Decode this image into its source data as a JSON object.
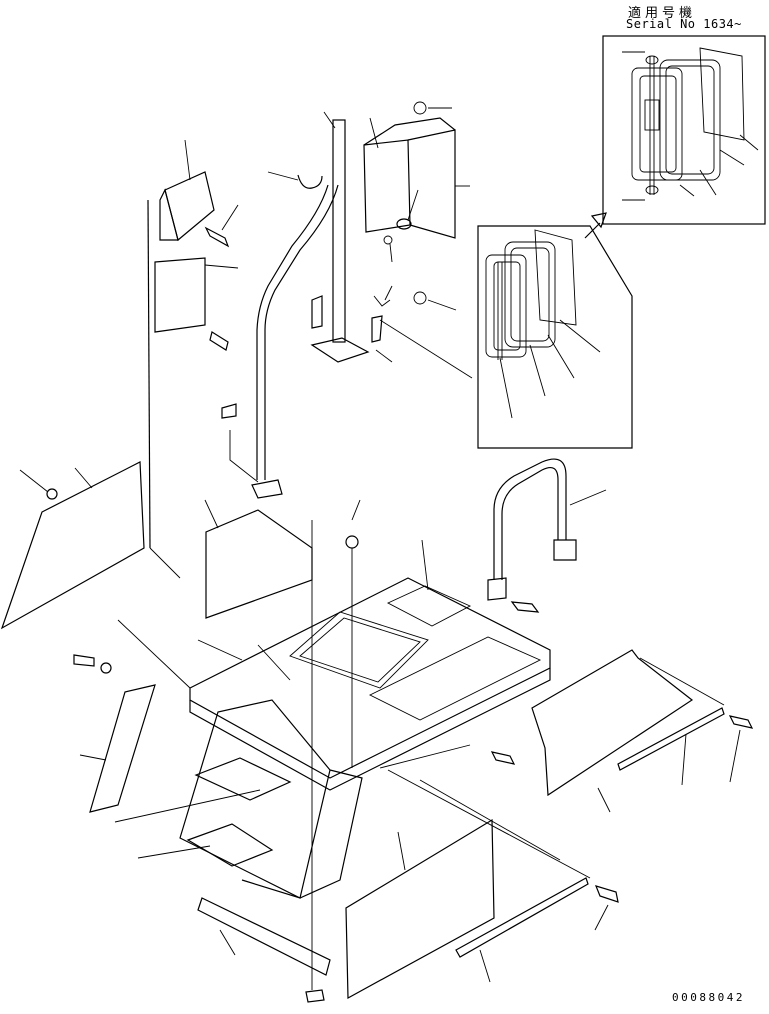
{
  "header": {
    "applicability_label": "適用号機",
    "serial_text": "Serial No 1634~"
  },
  "footer": {
    "drawing_code": "00088042"
  }
}
